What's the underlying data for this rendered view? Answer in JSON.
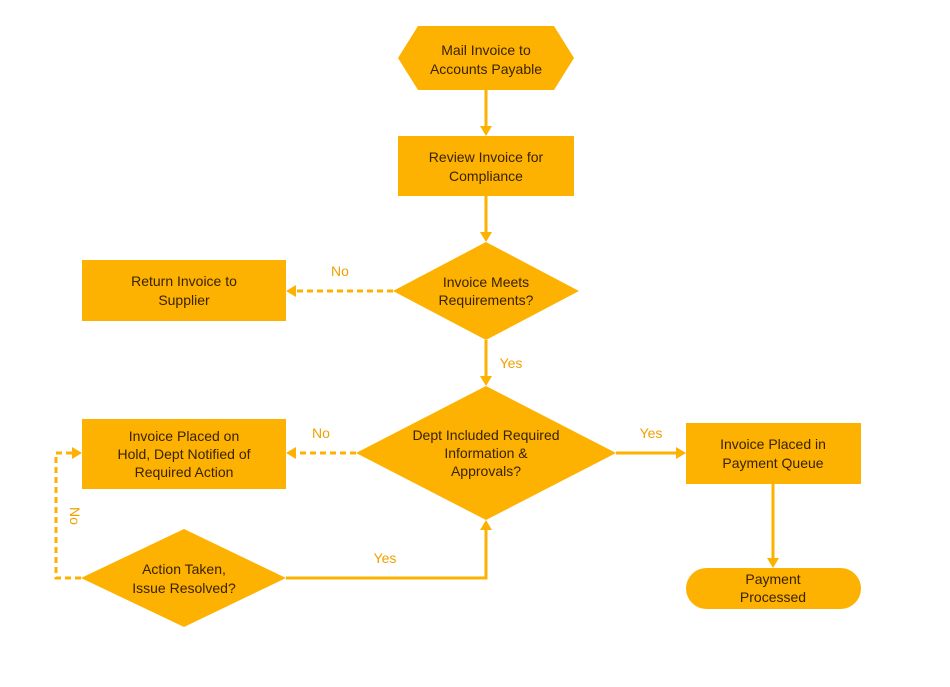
{
  "colors": {
    "shape_fill": "#FDB201",
    "edge_label": "#F0A000",
    "node_text": "#3a2200"
  },
  "nodes": {
    "mail_invoice": {
      "line1": "Mail Invoice to",
      "line2": "Accounts Payable"
    },
    "review_invoice": {
      "line1": "Review Invoice for",
      "line2": "Compliance"
    },
    "meets_requirements": {
      "line1": "Invoice Meets",
      "line2": "Requirements?"
    },
    "return_invoice": {
      "line1": "Return Invoice to",
      "line2": "Supplier"
    },
    "dept_included": {
      "line1": "Dept Included Required",
      "line2": "Information &",
      "line3": "Approvals?"
    },
    "placed_on_hold": {
      "line1": "Invoice Placed on",
      "line2": "Hold, Dept Notified of",
      "line3": "Required Action"
    },
    "payment_queue": {
      "line1": "Invoice Placed in",
      "line2": "Payment Queue"
    },
    "action_taken": {
      "line1": "Action Taken,",
      "line2": "Issue Resolved?"
    },
    "payment_processed": {
      "line1": "Payment",
      "line2": "Processed"
    }
  },
  "edge_labels": {
    "meets_no": "No",
    "meets_yes": "Yes",
    "dept_no": "No",
    "dept_yes": "Yes",
    "action_no": "No",
    "action_yes": "Yes"
  }
}
